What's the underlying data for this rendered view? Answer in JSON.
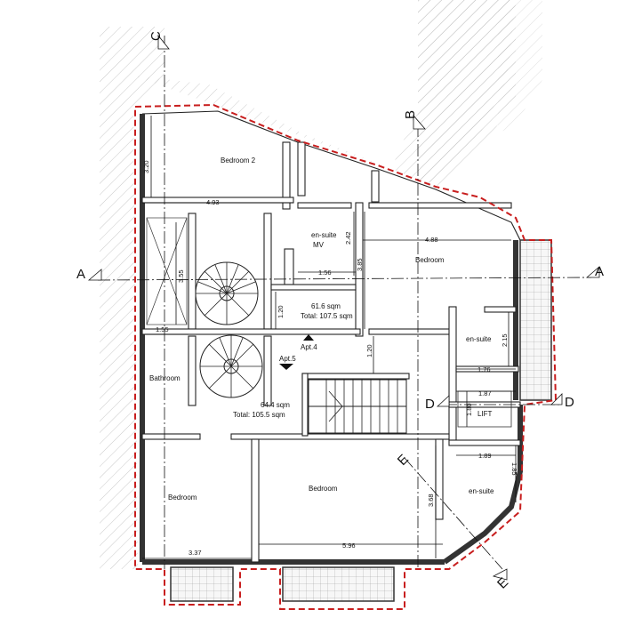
{
  "rooms": {
    "bedroom2": "Bedroom 2",
    "ensuite_mv_line1": "en-suite",
    "ensuite_mv_line2": "MV",
    "bedroom_right": "Bedroom",
    "ensuite_right": "en-suite",
    "lift": "LIFT",
    "bathroom": "Bathroom",
    "bedroom_lower_left": "Bedroom",
    "bedroom_lower_center": "Bedroom",
    "ensuite_lower": "en-suite"
  },
  "apartments": {
    "apt4": {
      "label": "Apt.4",
      "area": "61.6 sqm",
      "total": "Total: 107.5 sqm"
    },
    "apt5": {
      "label": "Apt.5",
      "area": "64.4 sqm",
      "total": "Total: 105.5 sqm"
    }
  },
  "sections": {
    "a_left": "A",
    "a_right": "A",
    "b": "B",
    "c": "C",
    "d_left": "D",
    "d_right": "D",
    "e_top": "E",
    "e_bottom": "E"
  },
  "dimensions": {
    "d320": "3.20",
    "d493": "4.93",
    "d242": "2.42",
    "d488": "4.88",
    "d156": "1.56",
    "d385": "3.85",
    "d355": "3.55",
    "d120a": "1.20",
    "d155": "1.55",
    "d120b": "1.20",
    "d215": "2.15",
    "d176": "1.76",
    "d187": "1.87",
    "d180": "1.80",
    "d189": "1.89",
    "d185": "1.85",
    "d368": "3.68",
    "d337": "3.37",
    "d596": "5.96"
  },
  "colors": {
    "boundary": "#c81e1e",
    "walls": "#222222",
    "hatch": "#bbbbbb"
  }
}
